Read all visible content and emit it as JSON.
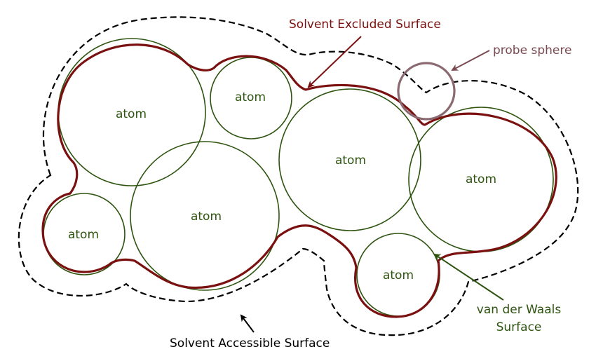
{
  "atom_label": "atom",
  "atoms": [
    {
      "label": "atom"
    },
    {
      "label": "atom"
    },
    {
      "label": "atom"
    },
    {
      "label": "atom"
    },
    {
      "label": "atom"
    },
    {
      "label": "atom"
    },
    {
      "label": "atom"
    }
  ],
  "labels": {
    "solvent_excluded": "Solvent Excluded Surface",
    "probe_sphere": "probe sphere",
    "van_der_waals_line1": "van der Waals",
    "van_der_waals_line2": "Surface",
    "solvent_accessible": "Solvent Accessible Surface"
  },
  "colors": {
    "atom_outline": "#2e5410",
    "excluded_surface": "#7a1010",
    "probe": "#8a6a70",
    "accessible_surface": "#000000"
  }
}
